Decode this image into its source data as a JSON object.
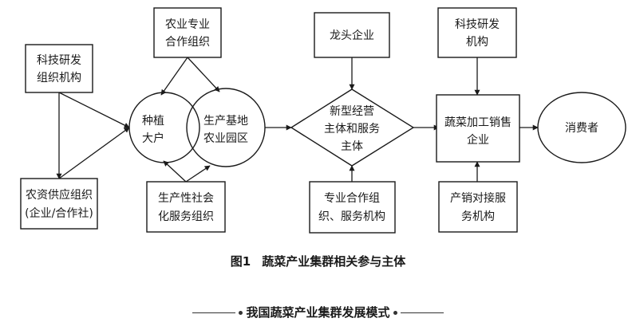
{
  "nodes": {
    "keji_yanfa_zuzhi": [
      "科技研发",
      "组织机构"
    ],
    "nongye_zhuanye_hezuo": [
      "农业专业",
      "合作组织"
    ],
    "nongzi_gongying": [
      "农资供应组织",
      "(企业/合作社)"
    ],
    "zhongzhi_dahu": [
      "种植",
      "大户"
    ],
    "shengchan_jidi": [
      "生产基地",
      "农业园区"
    ],
    "shengchanxing_fuwu": [
      "生产性社会",
      "化服务组织"
    ],
    "longtou_qiye": [
      "龙头企业"
    ],
    "xinxing_jingying": [
      "新型经营",
      "主体和服务",
      "主体"
    ],
    "zhuanye_hezuo_fuwu": [
      "专业合作组",
      "织、服务机构"
    ],
    "keji_yanfa_jigou": [
      "科技研发",
      "机构"
    ],
    "jiagong_xiaoshou": [
      "蔬菜加工销售",
      "企业"
    ],
    "chanxiao_duijie": [
      "产销对接服",
      "务机构"
    ],
    "xiaofeizhe": [
      "消费者"
    ]
  },
  "caption": {
    "number": "图1",
    "title": "蔬菜产业集群相关参与主体"
  },
  "footer": {
    "title": "我国蔬菜产业集群发展模式"
  }
}
